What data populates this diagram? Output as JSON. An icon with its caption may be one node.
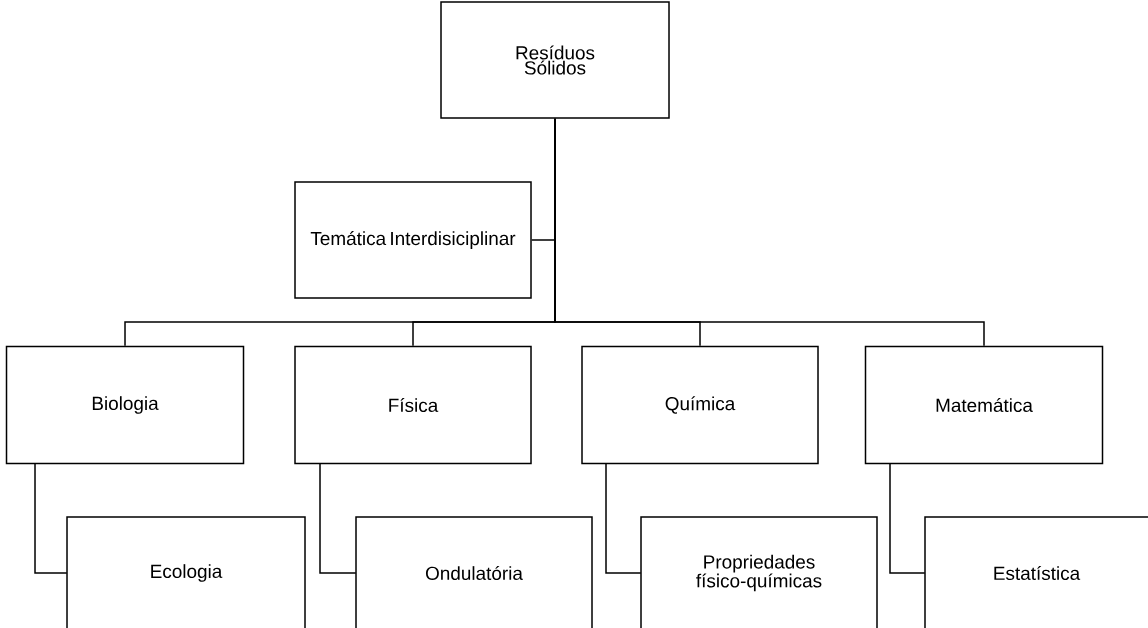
{
  "diagram": {
    "nodes": [
      {
        "text": [
          "Resíduos Sólidos"
        ]
      },
      {
        "text": [
          "Temática Interdisiciplinar"
        ]
      },
      {
        "text": [
          "Biologia"
        ]
      },
      {
        "text": [
          "Física"
        ]
      },
      {
        "text": [
          "Química"
        ]
      },
      {
        "text": [
          "Matemática"
        ]
      },
      {
        "text": [
          "Ecologia"
        ]
      },
      {
        "text": [
          "Ondulatória"
        ]
      },
      {
        "text": [
          "Propriedades físico-químicas"
        ]
      },
      {
        "text": [
          "Estatística"
        ]
      }
    ],
    "edges": [
      {
        "from": 0,
        "to": 1,
        "arrow": "none"
      },
      {
        "from": 0,
        "to": 2,
        "arrow": "none"
      },
      {
        "from": 0,
        "to": 3,
        "arrow": "none"
      },
      {
        "from": 0,
        "to": 4,
        "arrow": "none"
      },
      {
        "from": 0,
        "to": 5,
        "arrow": "none"
      },
      {
        "from": 2,
        "to": 6,
        "arrow": "none"
      },
      {
        "from": 3,
        "to": 7,
        "arrow": "none"
      },
      {
        "from": 4,
        "to": 8,
        "arrow": "none"
      },
      {
        "from": 5,
        "to": 9,
        "arrow": "none"
      }
    ]
  }
}
